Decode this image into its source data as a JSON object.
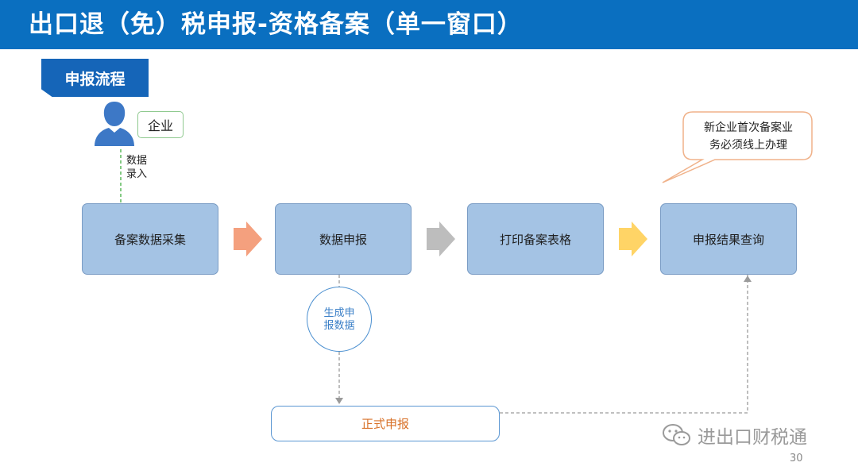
{
  "header": {
    "title": "出口退（免）税申报-资格备案（单一窗口）"
  },
  "section_tag": "申报流程",
  "actor": {
    "label": "企业",
    "input_label": "数据\n录入"
  },
  "steps": [
    {
      "label": "备案数据采集"
    },
    {
      "label": "数据申报"
    },
    {
      "label": "打印备案表格"
    },
    {
      "label": "申报结果查询"
    }
  ],
  "arrow_colors": [
    "#f4a07e",
    "#bdbdbd",
    "#ffd466"
  ],
  "callout": {
    "text": "新企业首次备案业\n务必须线上办理"
  },
  "intermediate": {
    "label": "生成申\n报数据"
  },
  "final": {
    "label": "正式申报"
  },
  "watermark": {
    "text": "进出口财税通"
  },
  "page_number": "30",
  "colors": {
    "header_bg": "#0a6fc0",
    "section_tag_bg": "#1565b8",
    "step_fill": "#a4c3e4",
    "final_text": "#d8722a",
    "circle_text": "#3a7fc7"
  }
}
